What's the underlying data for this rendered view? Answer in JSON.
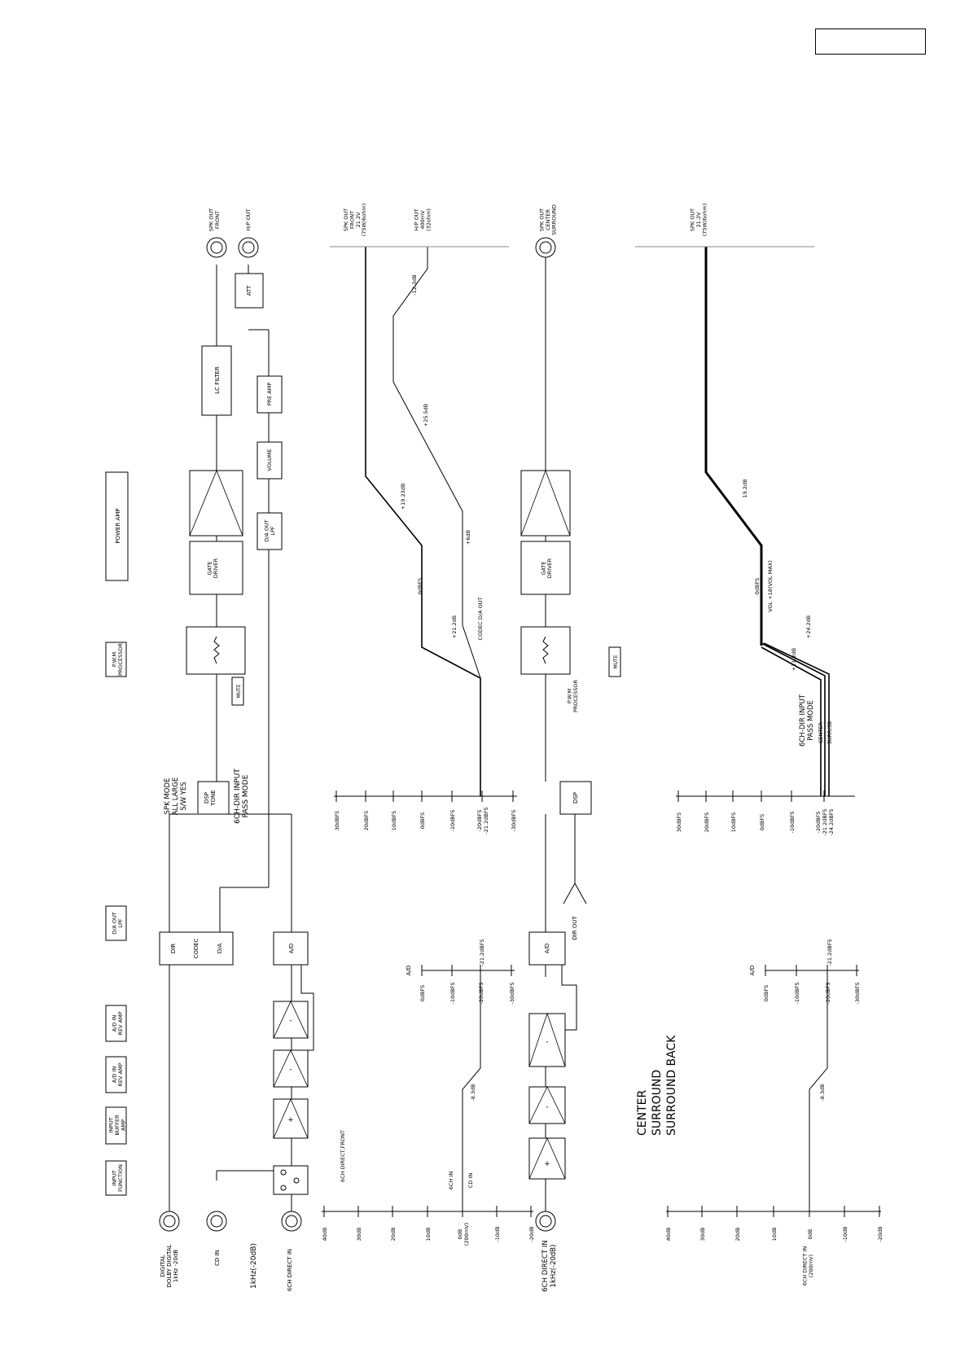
{
  "page_box": {
    "text": ""
  },
  "legend": {
    "input_function": "INPUT\nFUNCTION",
    "input_buffer_amp": "INPUT\nBUFFER\nAMP",
    "ad_in_rev_amp_1": "A/D IN\nREV AMP",
    "ad_in_rev_amp_2": "A/D IN\nREV AMP",
    "da_out_lpf": "D/A OUT\nLPF",
    "pwm_processor": "P.W.M\nPROCESSOR",
    "power_amp": "POWER AMP"
  },
  "front": {
    "inputs": [
      "DIGITAL\nDOLBY DIGITAL\n1kHz -20dB",
      "CD IN",
      "1kHz(-20dB)",
      "6CH DIRECT IN"
    ],
    "blocks": {
      "dir": "DIR",
      "codec": "CODEC",
      "da": "D/A",
      "ad": "A/D",
      "dsp_tone": "DSP\nTONE",
      "mute": "MUTE",
      "gate_driver": "GATE\nDRIVER",
      "lc_filter": "LC FILTER",
      "att": "ATT",
      "pre_amp": "PRE AMP",
      "volume": "VOLUME",
      "da_out_lpf": "D/A OUT\nLPF"
    },
    "amp_signs": [
      "+",
      "-",
      "-"
    ],
    "mode_note_1": "SPK MODE\nALL LARGE\nS/W YES",
    "mode_note_2": "6CH-DIR INPUT\nPASS MODE",
    "outputs": [
      "SPK OUT\nFRONT",
      "H/P OUT"
    ]
  },
  "front_levels": {
    "analog_title": "6CH DIRECT,FRONT",
    "analog_axis": [
      "40dB",
      "30dB",
      "20dB",
      "10dB",
      "0dB\n(200mV)",
      "-10dB",
      "-20dB"
    ],
    "analog_tags": [
      "6CH IN",
      "CD IN"
    ],
    "ad_title": "A/D",
    "ad_axis": [
      "0dBFS",
      "-10dBFS",
      "-20dBFS",
      "-30dBFS"
    ],
    "ad_peak": "-21.2dBFS",
    "gain_1": "-8.3dB",
    "dsp_axis": [
      "30dBFS",
      "20dBFS",
      "10dBFS",
      "0dBFS",
      "-10dBFS",
      "-20dBFS\n-21.2dBFS",
      "-30dBFS"
    ],
    "labels": {
      "plus_21_2": "+21.2dB",
      "zero_dbfs": "0dBFS",
      "codec_out": "CODEC D/A OUT",
      "plus_6": "+6dB",
      "plus_19_23": "+19.23dB",
      "plus_25_5": "+25.5dB",
      "minus_12_3": "-12.3dB"
    },
    "outputs": [
      "SPK OUT\nFRONT\n21.2V\n(75W/6ohm)",
      "H/P OUT\n400mV\n(32ohm)"
    ]
  },
  "center": {
    "input": "6CH DIRECT IN\n1kHz(-20dB)",
    "blocks": {
      "ad": "A/D",
      "dsp": "DSP",
      "pwm": "P.W.M\nPROCESSOR",
      "mute": "MUTE",
      "gate_driver": "GATE\nDRIVER"
    },
    "amp_signs": [
      "+",
      "-",
      "-"
    ],
    "dir_out": "DIR OUT",
    "output": "SPK OUT\nCENTER\nSURROUND"
  },
  "center_levels": {
    "title": [
      "CENTER",
      "SURROUND",
      "SURROUND BACK"
    ],
    "analog_axis": [
      "40dB",
      "30dB",
      "20dB",
      "10dB",
      "0dB",
      "-10dB",
      "-20dB"
    ],
    "analog_input_tag": "6CH DIRECT IN\n(200mV)",
    "gain_1": "-8.3dB",
    "ad_title": "A/D",
    "ad_axis": [
      "0dBFS",
      "-10dBFS",
      "-20dBFS",
      "-30dBFS"
    ],
    "ad_peak": "-21.2dBFS",
    "dsp_axis": [
      "30dBFS",
      "20dBFS",
      "10dBFS",
      "0dBFS",
      "-10dBFS",
      "-20dBFS\n-21.2dBFS\n-24.2dBFS"
    ],
    "mode_note": "6CH-DIR INPUT\nPASS MODE",
    "ch_center": "CENTER",
    "ch_surr": "SURR/SB",
    "labels": {
      "plus_21_2": "+21.2dB",
      "plus_24_2": "+24.2dB",
      "vol_max": "VOL +18(VOL MAX)",
      "zero_dbfs": "0dBFS",
      "gain_19_2": "19.2dB"
    },
    "output": "SPK OUT\n21.2V\n(75W/6ohm)"
  }
}
